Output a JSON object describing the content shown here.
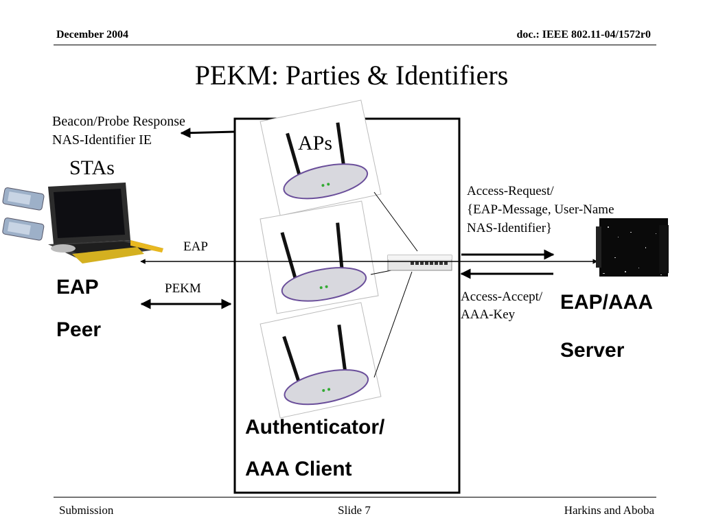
{
  "header": {
    "date": "December 2004",
    "doc": "doc.: IEEE 802.11-04/1572r0"
  },
  "title": "PEKM: Parties & Identifiers",
  "labels": {
    "beacon_line1": "Beacon/Probe Response",
    "beacon_line2": "NAS-Identifier IE",
    "stas": "STAs",
    "aps": "APs",
    "eap": "EAP",
    "pekm": "PEKM",
    "eap_peer_line1": "EAP",
    "eap_peer_line2": "Peer",
    "access_request_line1": "Access-Request/",
    "access_request_line2": "{EAP-Message, User-Name",
    "access_request_line3": "NAS-Identifier}",
    "access_accept_line1": "Access-Accept/",
    "access_accept_line2": "AAA-Key",
    "server_line1": "EAP/AAA",
    "server_line2": "Server",
    "authenticator_line1": "Authenticator/",
    "authenticator_line2": "AAA Client"
  },
  "footer": {
    "left": "Submission",
    "center": "Slide 7",
    "right": "Harkins and Aboba"
  }
}
